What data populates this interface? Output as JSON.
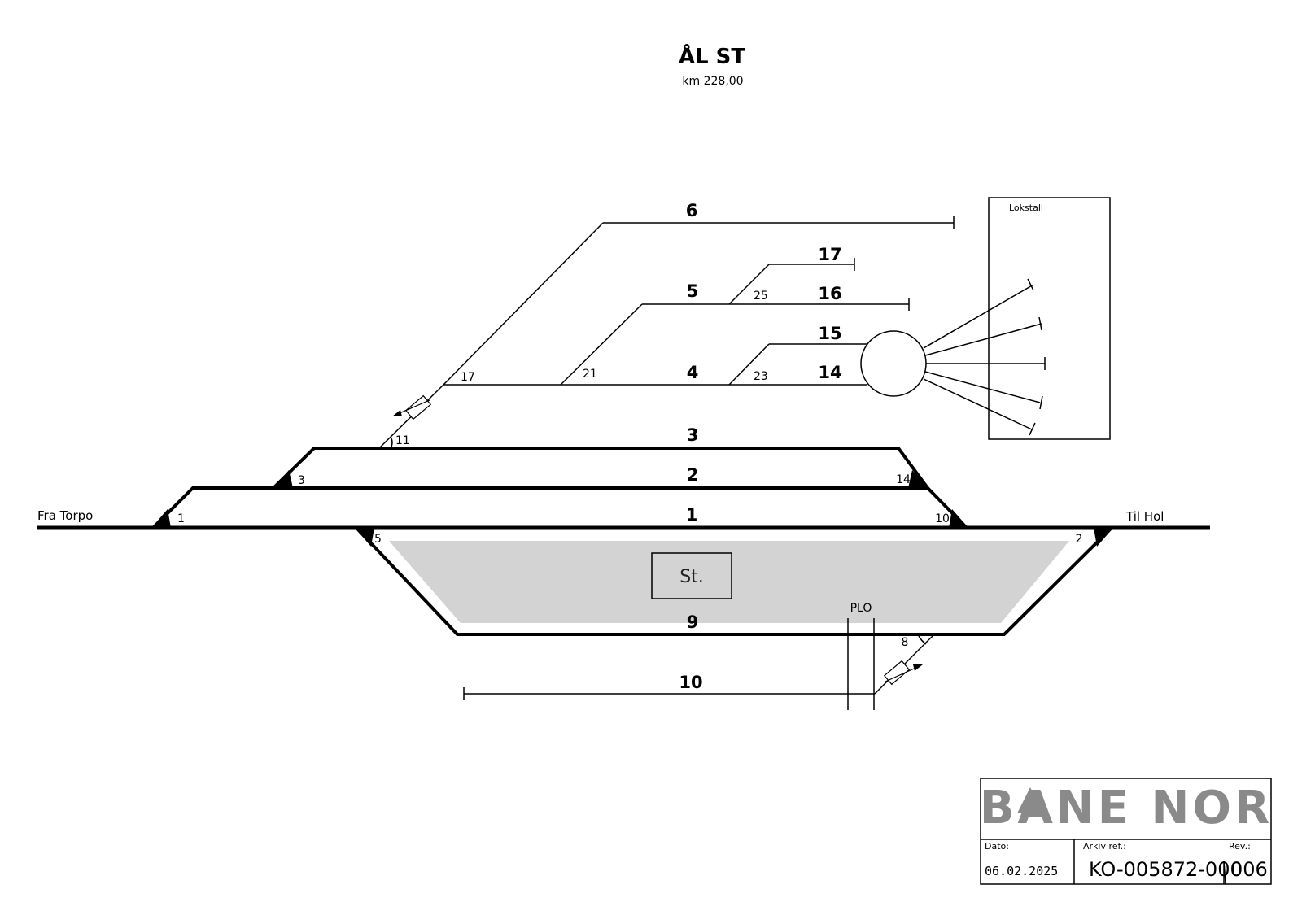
{
  "header": {
    "title": "ÅL ST",
    "subtitle": "km 228,00"
  },
  "directions": {
    "left": "Fra Torpo",
    "right": "Til Hol"
  },
  "tracks": {
    "t1": "1",
    "t2": "2",
    "t3": "3",
    "t4": "4",
    "t5": "5",
    "t6": "6",
    "t9": "9",
    "t10": "10",
    "t14": "14",
    "t15": "15",
    "t16": "16",
    "t17": "17"
  },
  "switches": {
    "s1": "1",
    "s2": "2",
    "s3": "3",
    "s5": "5",
    "s8": "8",
    "s10": "10",
    "s11": "11",
    "s14": "14",
    "s17": "17",
    "s21": "21",
    "s23": "23",
    "s25": "25"
  },
  "station_building": "St.",
  "plo_label": "PLO",
  "lokstall_label": "Lokstall",
  "title_block": {
    "logo": "BANE NOR",
    "date_label": "Dato:",
    "date_value": "06.02.2025",
    "archive_label": "Arkiv ref.:",
    "archive_value": "KO-005872-000",
    "rev_label": "Rev.:",
    "rev_value": "006"
  },
  "colors": {
    "track": "#000000",
    "platform_fill": "#d3d3d3",
    "logo": "#8a8a8a"
  }
}
